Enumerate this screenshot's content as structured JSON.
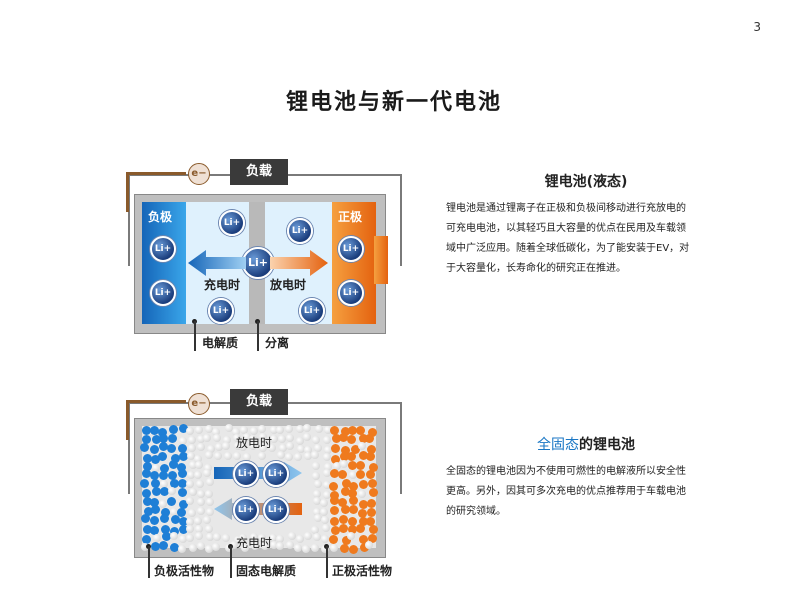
{
  "page_number": "3",
  "title": "锂电池与新一代电池",
  "colors": {
    "brand_blue": "#1976c4",
    "negative_blue": "#1f8ed6",
    "positive_orange": "#ee7a1c",
    "wire_brown": "#8a5a2b",
    "load_dark": "#3a3a3a"
  },
  "diagram1": {
    "electron": "e−",
    "load": "负载",
    "negative": "负极",
    "positive": "正极",
    "charge": "充电时",
    "discharge": "放电时",
    "ion": "Li+",
    "callouts": [
      "电解质",
      "分离"
    ]
  },
  "diagram2": {
    "electron": "e−",
    "load": "负载",
    "discharge": "放电时",
    "charge": "充电时",
    "ion": "Li+",
    "callouts": [
      "负极活性物",
      "固态电解质",
      "正极活性物"
    ]
  },
  "section1": {
    "title": "锂电池(液态)",
    "body": "锂电池是通过锂离子在正极和负极间移动进行充放电的可充电电池，以其轻巧且大容量的优点在民用及车载领域中广泛应用。随着全球低碳化，为了能安装于EV，对于大容量化，长寿命化的研究正在推进。"
  },
  "section2": {
    "title_accent": "全固态",
    "title_rest": "的锂电池",
    "body": "全固态的锂电池因为不使用可燃性的电解液所以安全性更高。另外，因其可多次充电的优点推荐用于车载电池的研究领域。"
  }
}
